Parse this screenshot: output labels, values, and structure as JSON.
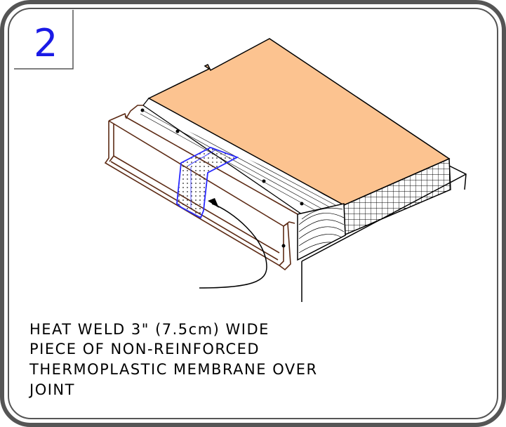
{
  "step_number": "2",
  "note_lines": [
    "HEAT WELD 3\" (7.5cm) WIDE",
    "PIECE OF NON-REINFORCED",
    "THERMOPLASTIC MEMBRANE OVER",
    "JOINT"
  ],
  "colors": {
    "frame": "#555555",
    "step_number": "#1a1ae6",
    "insulation_board": "#fcc390",
    "metal_flashing": "#5c2a14",
    "membrane_patch": "#2a2aff",
    "membrane_dots": "#333333",
    "lines": "#000000"
  }
}
